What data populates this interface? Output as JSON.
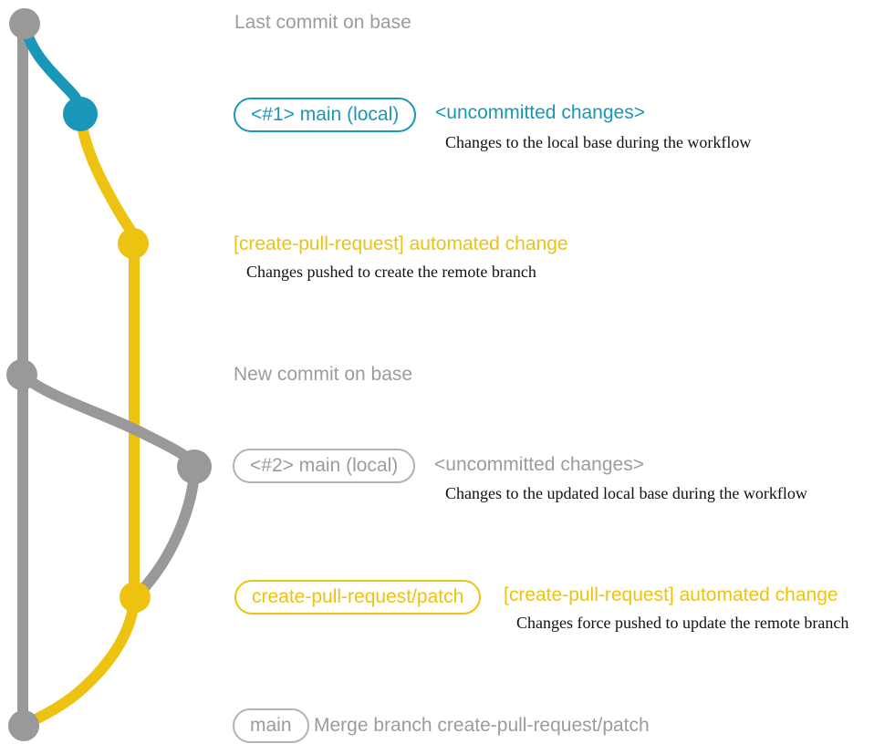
{
  "colors": {
    "gray": "#999999",
    "gray_text": "#9c9c9c",
    "gray_border": "#b2b2b2",
    "teal": "#1997b8",
    "yellow": "#edc211",
    "ink": "#111111"
  },
  "annotations": {
    "last_commit_label": "Last commit on base",
    "new_commit_label": "New commit on base"
  },
  "rows": {
    "uncommitted1": {
      "chip": "<#1> main (local)",
      "heading": "<uncommitted changes>",
      "caption": "Changes to the local base during the workflow"
    },
    "automated1": {
      "heading": "[create-pull-request] automated change",
      "caption": "Changes pushed to create the remote branch"
    },
    "uncommitted2": {
      "chip": "<#2> main (local)",
      "heading": "<uncommitted changes>",
      "caption": "Changes to the updated local base during the workflow"
    },
    "automated2": {
      "chip": "create-pull-request/patch",
      "heading": "[create-pull-request] automated change",
      "caption": "Changes force pushed to update the remote branch"
    },
    "merge": {
      "chip": "main",
      "text": "Merge branch create-pull-request/patch"
    }
  }
}
